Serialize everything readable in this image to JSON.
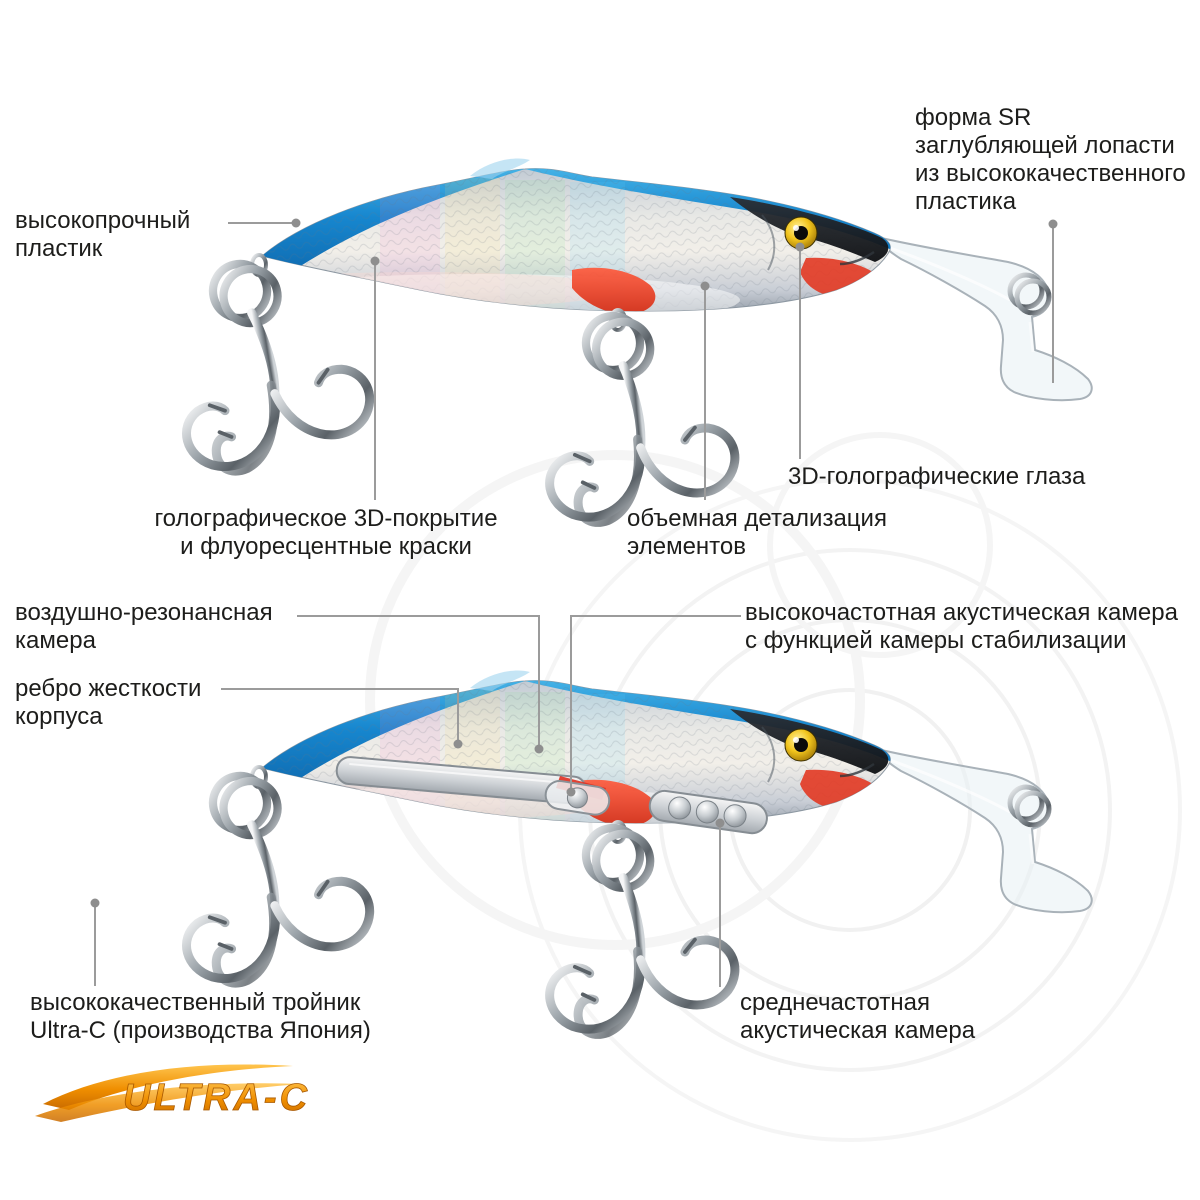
{
  "labels": {
    "high_strength_plastic": "высокопрочный\nпластик",
    "sr_lip": "форма SR\nзаглубляющей лопасти\nиз высококачественного\nпластика",
    "holo_eyes": "3D-голографические глаза",
    "holo_coating": "голографическое 3D-покрытие\nи флуоресцентные краски",
    "volumetric_detail": "объемная детализация\nэлементов",
    "air_chamber": "воздушно-резонансная\nкамера",
    "hf_chamber": "высокочастотная акустическая камера\nс функцией камеры стабилизации",
    "body_rib": "ребро жесткости\nкорпуса",
    "treble_hook": "высококачественный тройник\nUltra-C (производства Япония)",
    "mf_chamber": "среднечастотная\nакустическая камера",
    "logo": "ULTRA-C"
  },
  "colors": {
    "callout_line": "#9b9b9b",
    "callout_dot": "#8e8e8e",
    "text": "#1d1d1b",
    "lure_blue": "#1787cf",
    "lure_red": "#e03020",
    "eye_gold": "#f2c51d",
    "logo_orange": "#ef8e00"
  }
}
